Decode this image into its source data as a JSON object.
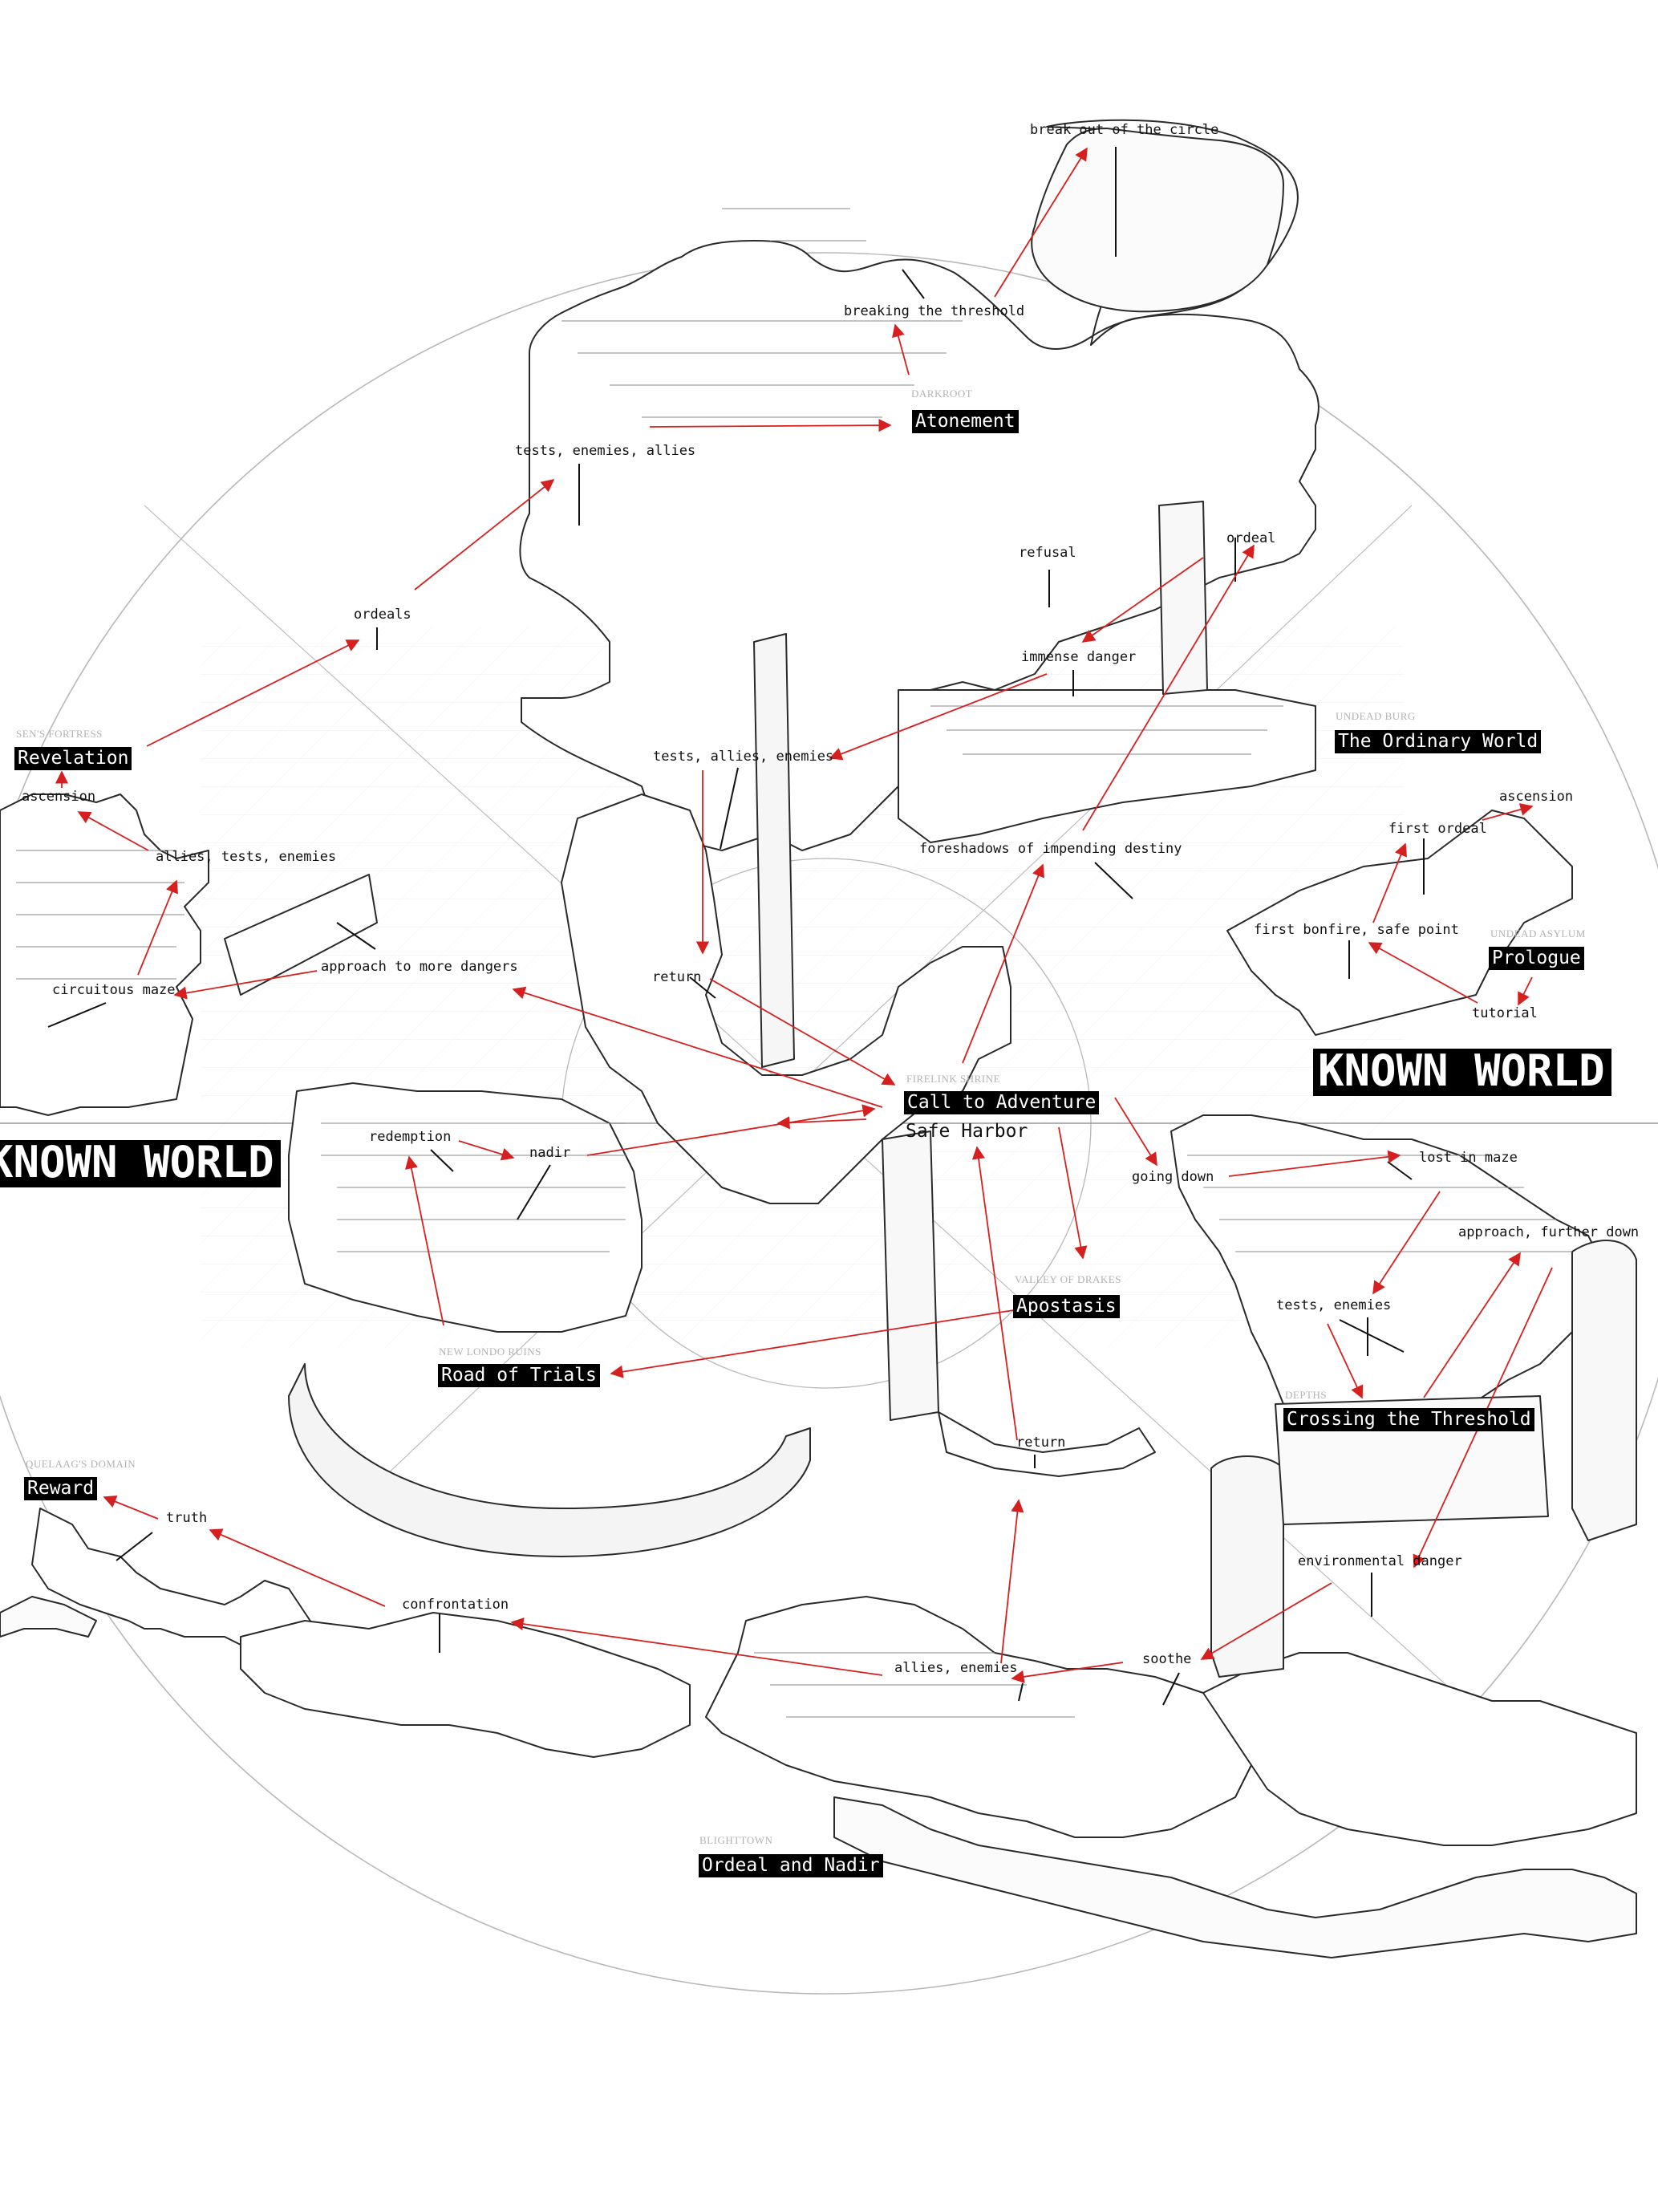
{
  "regions": {
    "known_world_right": "KNOWN WORLD",
    "known_world_left": "KNOWN WORLD"
  },
  "areas": {
    "darkroot": "DARKROOT",
    "sens_fortress": "SEN'S FORTRESS",
    "undead_burg": "UNDEAD BURG",
    "undead_asylum": "UNDEAD ASYLUM",
    "firelink_shrine": "FIRELINK SHRINE",
    "valley_of_drakes": "VALLEY OF DRAKES",
    "new_londo_ruins": "NEW LONDO RUINS",
    "depths": "DEPTHS",
    "quelaags_domain": "QUELAAG'S DOMAIN",
    "blighttown": "BLIGHTTOWN"
  },
  "stages": {
    "atonement": "Atonement",
    "revelation": "Revelation",
    "ordinary_world": "The Ordinary World",
    "prologue": "Prologue",
    "call_to_adventure": "Call to Adventure",
    "safe_harbor": "Safe Harbor",
    "apostasis": "Apostasis",
    "road_of_trials": "Road of Trials",
    "crossing_threshold": "Crossing the Threshold",
    "reward": "Reward",
    "ordeal_nadir": "Ordeal and Nadir"
  },
  "notes": {
    "break_circle": "break out of the circle",
    "breaking_threshold": "breaking the threshold",
    "tests_enemies_allies": "tests, enemies, allies",
    "ordeal_top": "ordeal",
    "refusal": "refusal",
    "ordeals": "ordeals",
    "immense_danger": "immense danger",
    "ascension_left": "ascension",
    "allies_tests_enemies": "allies, tests, enemies",
    "tests_allies_enemies": "tests, allies, enemies",
    "ascension_right": "ascension",
    "first_ordeal": "first ordeal",
    "foreshadows": "foreshadows of impending destiny",
    "first_bonfire": "first bonfire, safe point",
    "tutorial": "tutorial",
    "approach_more_dangers": "approach to more dangers",
    "circuitous_maze": "circuitous maze",
    "return_upper": "return",
    "redemption": "redemption",
    "nadir": "nadir",
    "going_down": "going down",
    "lost_in_maze": "lost in maze",
    "approach_further_down": "approach, further down",
    "tests_enemies": "tests, enemies",
    "return_lower": "return",
    "truth": "truth",
    "confrontation": "confrontation",
    "environmental_danger": "environmental danger",
    "soothe": "soothe",
    "allies_enemies": "allies, enemies"
  }
}
